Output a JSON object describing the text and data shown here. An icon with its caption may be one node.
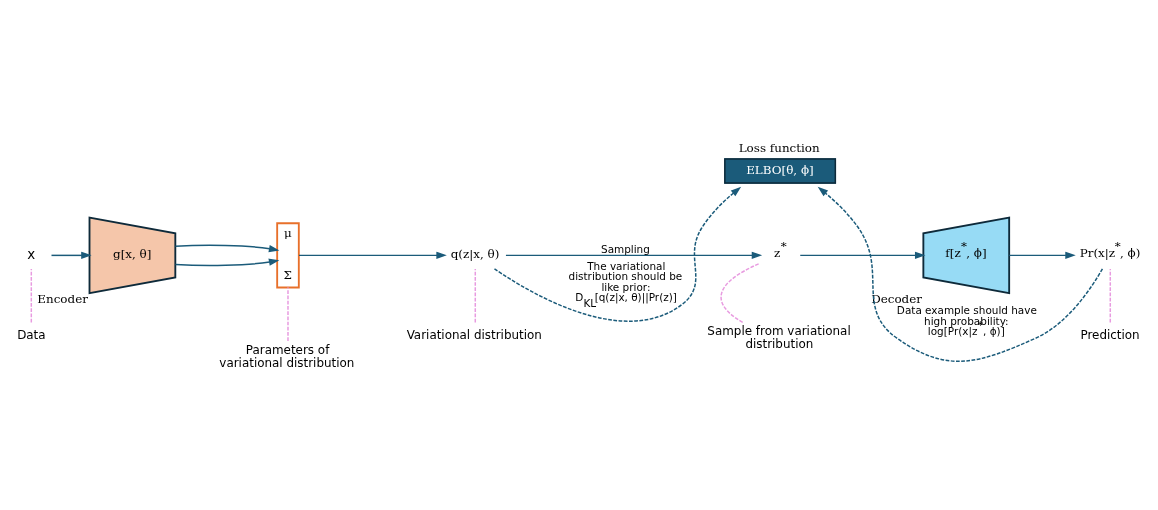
{
  "diagram": {
    "nodes": [
      {
        "text": [
          "x"
        ]
      },
      {
        "text": [
          "g[x, θ]"
        ],
        "beside": [
          "Encoder"
        ]
      },
      {
        "text": [
          "μ",
          "Σ"
        ]
      },
      {
        "text": [
          "q(z|x, θ)"
        ]
      },
      {
        "text": [
          "z$^{*}$"
        ]
      },
      {
        "text": [
          "f[z$^{*}$, ϕ]"
        ],
        "beside": [
          "Decoder"
        ]
      },
      {
        "text": [
          "Pr(x|z$^{*}$, ϕ)"
        ]
      },
      {
        "text": [
          "ELBO[θ, ϕ]"
        ],
        "beside": [
          "Loss function"
        ]
      },
      {
        "text": [
          "Data"
        ]
      },
      {
        "text": [
          "Parameters of variational distribution"
        ]
      },
      {
        "text": [
          "Variational distribution"
        ]
      },
      {
        "text": [
          "Sample from variational distribution"
        ]
      },
      {
        "text": [
          "Prediction"
        ]
      }
    ],
    "edges": [
      {
        "from": 0,
        "to": 1,
        "arrow": "to"
      },
      {
        "from": 1,
        "to": 2,
        "arrow": "to"
      },
      {
        "from": 1,
        "to": 2,
        "arrow": "to"
      },
      {
        "from": 2,
        "to": 3,
        "arrow": "to"
      },
      {
        "from": 3,
        "to": 4,
        "arrow": "to",
        "label": "Sampling"
      },
      {
        "from": 4,
        "to": 5,
        "arrow": "to"
      },
      {
        "from": 5,
        "to": 6,
        "arrow": "to"
      },
      {
        "from": 3,
        "to": 7,
        "arrow": "to",
        "style": "dashed",
        "label": "The variational distribution should be like prior: D$_{KL}$[q(z|x, θ)||Pr(z)]"
      },
      {
        "from": 6,
        "to": 7,
        "arrow": "to",
        "style": "dashed",
        "label": "Data example should have high probability: log[Pr(x|z$^{*}$, ϕ)]"
      },
      {
        "from": 8,
        "to": 0,
        "arrow": "none",
        "style": "dashed",
        "color": "#e89be0"
      },
      {
        "from": 9,
        "to": 2,
        "arrow": "none",
        "style": "dashed",
        "color": "#e89be0"
      },
      {
        "from": 10,
        "to": 3,
        "arrow": "none",
        "style": "dashed",
        "color": "#e89be0"
      },
      {
        "from": 11,
        "to": 4,
        "arrow": "none",
        "style": "dashed",
        "color": "#e89be0"
      },
      {
        "from": 12,
        "to": 6,
        "arrow": "none",
        "style": "dashed",
        "color": "#e89be0"
      }
    ]
  }
}
